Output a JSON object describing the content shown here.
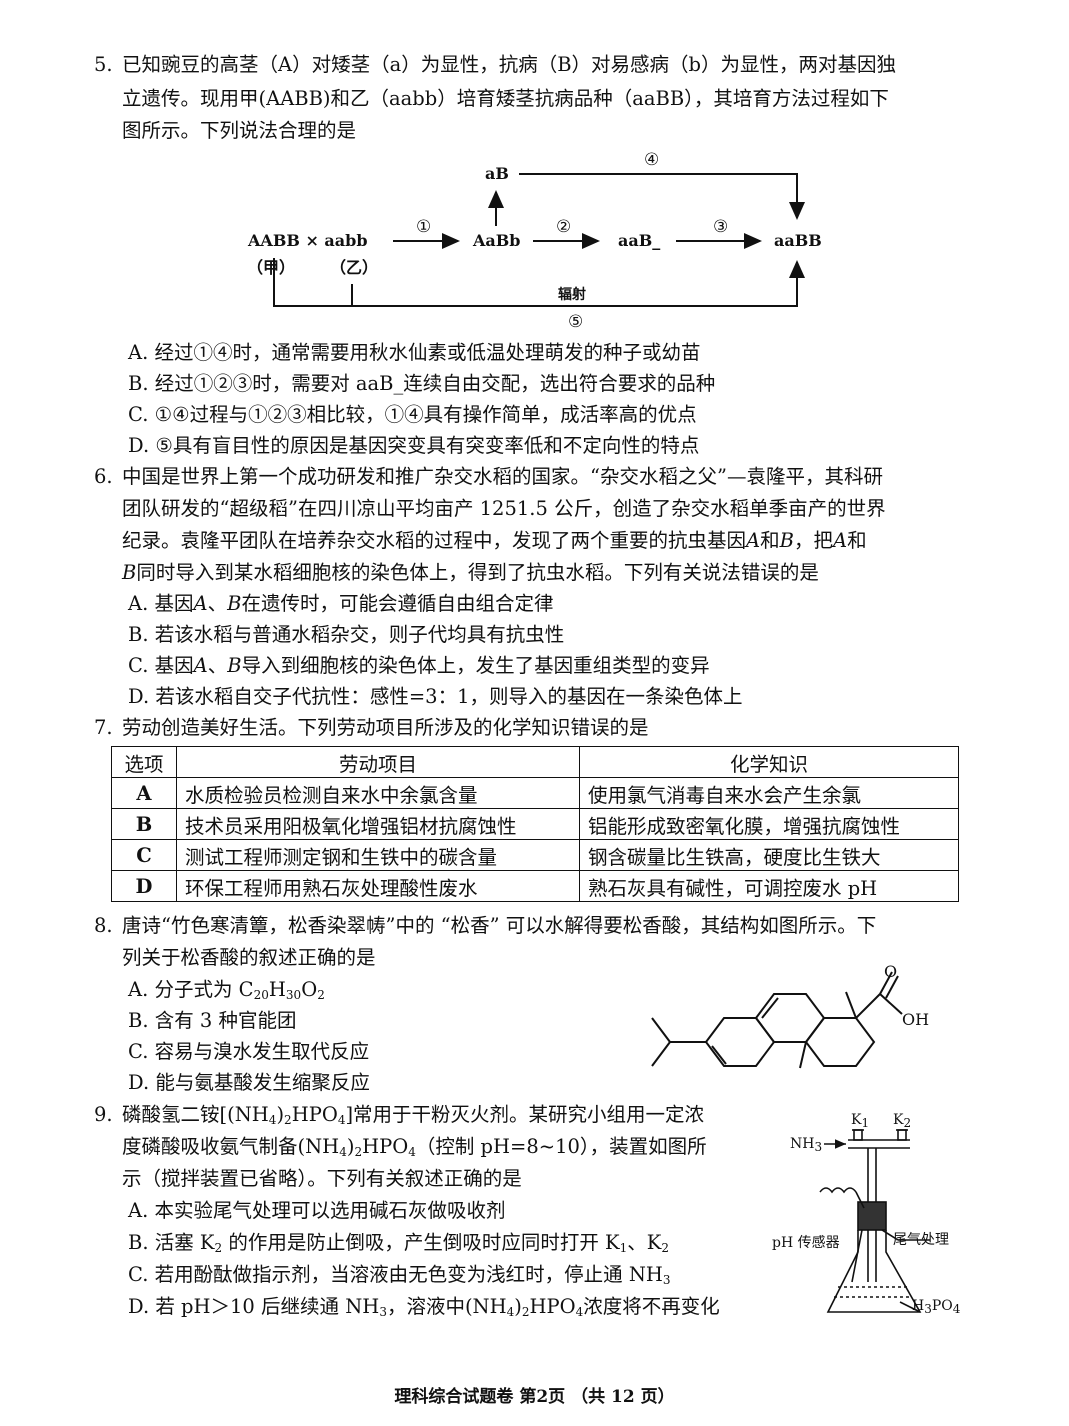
{
  "q5": {
    "num": "5.",
    "stem": [
      "已知豌豆的高茎（A）对矮茎（a）为显性，抗病（B）对易感病（b）为显性，两对基因独",
      "立遗传。现用甲(AABB)和乙（aabb）培育矮茎抗病品种（aaBB），其培育方法过程如下",
      "图所示。下列说法合理的是"
    ],
    "diagram": {
      "parents": "AABB × aabb",
      "jia": "（甲）",
      "yi": "（乙）",
      "f1": "AaBb",
      "ab_top": "aB",
      "mid": "aaB_",
      "target": "aaBB",
      "s1": "①",
      "s2": "②",
      "s3": "③",
      "s4": "④",
      "s5": "⑤",
      "radiation": "辐射"
    },
    "options": [
      "A. 经过①④时，通常需要用秋水仙素或低温处理萌发的种子或幼苗",
      "B. 经过①②③时，需要对 aaB_连续自由交配，选出符合要求的品种",
      "C. ①④过程与①②③相比较，①④具有操作简单，成活率高的优点",
      "D. ⑤具有盲目性的原因是基因突变具有突变率低和不定向性的特点"
    ]
  },
  "q6": {
    "num": "6.",
    "stem1": "中国是世界上第一个成功研发和推广杂交水稻的国家。“杂交水稻之父”—袁隆平，其科研",
    "stem2": "团队研发的“超级稻”在四川凉山平均亩产  1251.5 公斤，创造了杂交水稻单季亩产的世界",
    "stem3a": "纪录。袁隆平团队在培养杂交水稻的过程中，发现了两个重要的抗虫基因",
    "stem3b": "和",
    "stem3c": "，把",
    "stem3d": "和",
    "stem4a": "同时导入到某水稻细胞核的染色体上，得到了抗虫水稻。下列有关说法错误的是",
    "gA": "A",
    "gB": "B",
    "optA_pre": "A. 基因",
    "optA_mid": "、",
    "optA_post": "在遗传时，可能会遵循自由组合定律",
    "optB": "B. 若该水稻与普通水稻杂交，则子代均具有抗虫性",
    "optC_pre": "C. 基因",
    "optC_mid": "、",
    "optC_post": "导入到细胞核的染色体上，发生了基因重组类型的变异",
    "optD": "D. 若该水稻自交子代抗性：感性=3：1，则导入的基因在一条染色体上"
  },
  "q7": {
    "num": "7.",
    "stem": "劳动创造美好生活。下列劳动项目所涉及的化学知识错误的是",
    "headers": [
      "选项",
      "劳动项目",
      "化学知识"
    ],
    "rows": [
      [
        "A",
        "水质检验员检测自来水中余氯含量",
        "使用氯气消毒自来水会产生余氯"
      ],
      [
        "B",
        "技术员采用阳极氧化增强铝材抗腐蚀性",
        "铝能形成致密氧化膜，增强抗腐蚀性"
      ],
      [
        "C",
        "测试工程师测定钢和生铁中的碳含量",
        "钢含碳量比生铁高，硬度比生铁大"
      ],
      [
        "D",
        "环保工程师用熟石灰处理酸性废水",
        "熟石灰具有碱性，可调控废水 pH"
      ]
    ]
  },
  "q8": {
    "num": "8.",
    "stem1": "唐诗“竹色寒清簟，松香染翠帱”中的 “松香” 可以水解得要松香酸，其结构如图所示。下",
    "stem2": "列关于松香酸的叙述正确的是",
    "optA_pre": "A. 分子式为 C",
    "sub20": "20",
    "h": "H",
    "sub30": "30",
    "o": "O",
    "sub2": "2",
    "optB": "B. 含有 3 种官能团",
    "optC": "C. 容易与溴水发生取代反应",
    "optD": "D. 能与氨基酸发生缩聚反应",
    "oh": "OH",
    "o_atom": "O"
  },
  "q9": {
    "num": "9.",
    "l1a": "磷酸氢二铵[(NH",
    "l1s4": "4",
    "l1b": ")",
    "l1s2": "2",
    "l1c": "HPO",
    "l1s4b": "4",
    "l1d": "]常用于干粉灭火剂。某研究小组用一定浓",
    "l2a": "度磷酸吸收氨气制备(NH",
    "l2s4": "4",
    "l2b": ")",
    "l2s2": "2",
    "l2c": "HPO",
    "l2s4b": "4",
    "l2d": "（控制  pH=8~10），装置如图所",
    "l3": "示（搅拌装置已省略）。下列有关叙述正确的是",
    "optA": "A. 本实验尾气处理可以选用碱石灰做吸收剂",
    "optB_a": "B. 活塞 K",
    "optB_s2": "2",
    "optB_b": " 的作用是防止倒吸，产生倒吸时应同时打开 K",
    "optB_s1": "1",
    "optB_c": "、K",
    "optB_s2b": "2",
    "optC_a": "C. 若用酚酞做指示剂，当溶液由无色变为浅红时，停止通 NH",
    "optC_s3": "3",
    "optD_a": "D. 若 pH＞10 后继续通 NH",
    "optD_s3": "3",
    "optD_b": "，溶液中(NH",
    "optD_s4": "4",
    "optD_c": ")",
    "optD_s2": "2",
    "optD_d": "HPO",
    "optD_s4b": "4",
    "optD_e": "浓度将不再变化",
    "app": {
      "k1": "K",
      "k1s": "1",
      "k2": "K",
      "k2s": "2",
      "nh3": "NH",
      "nh3s": "3",
      "ph": "pH 传感器",
      "tail": "尾气处理",
      "h3": "H",
      "h3s": "3",
      "po4": "PO",
      "po4s": "4"
    }
  },
  "footer": "理科综合试题卷   第2页 （共 12 页）"
}
